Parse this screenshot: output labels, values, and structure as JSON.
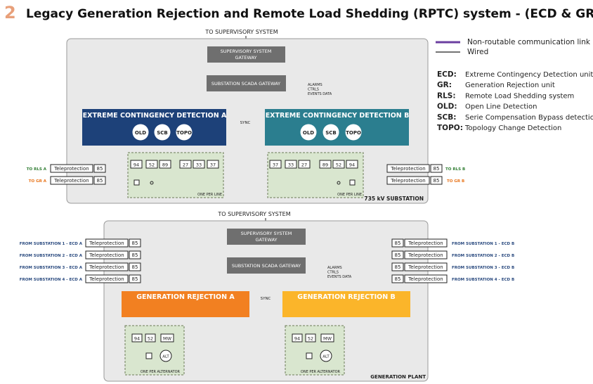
{
  "title": {
    "number": "2",
    "text": "Legacy Generation Rejection and Remote Load Shedding (RPTC) system - (ECD & GR)"
  },
  "colors": {
    "ecd_a": "#1d4179",
    "ecd_b": "#2b7e8f",
    "gr_a": "#f28021",
    "gr_b": "#fbb52a",
    "gateway": "#6f6f6f",
    "link": "#6b3fa0",
    "rls": "#2f7d32",
    "gr_label": "#e8741a",
    "from_label": "#2a4a7f",
    "panel": "#e9e9e9"
  },
  "legend": {
    "non_routable": "Non-routable communication link",
    "wired": "Wired"
  },
  "abbrev": [
    {
      "k": "ECD:",
      "v": "Extreme Contingency Detection unit"
    },
    {
      "k": "GR:",
      "v": "Generation Rejection unit"
    },
    {
      "k": "RLS:",
      "v": "Remote Load Shedding system"
    },
    {
      "k": "OLD:",
      "v": "Open Line Detection"
    },
    {
      "k": "SCB:",
      "v": "Serie Compensation Bypass detection"
    },
    {
      "k": "TOPO:",
      "v": "Topology Change Detection"
    }
  ],
  "substation": {
    "to_supervisory": "TO SUPERVISORY SYSTEM",
    "gateway_l1": "SUPERVISORY SYSTEM",
    "gateway_l2": "GATEWAY",
    "scada": "SUBSTATION SCADA GATEWAY",
    "alarms": [
      "ALARMS",
      "CTRLS",
      "EVENTS DATA"
    ],
    "ecd_a": "EXTREME CONTINGENCY DETECTION A",
    "ecd_b": "EXTREME CONTINGENCY DETECTION B",
    "sync": "SYNC",
    "functions": [
      "OLD",
      "SCB",
      "TOPO"
    ],
    "relays_a": [
      "94",
      "52",
      "89",
      "27",
      "33",
      "37"
    ],
    "relays_b": [
      "37",
      "33",
      "27",
      "89",
      "52",
      "94"
    ],
    "one_per_line": "ONE PER LINE",
    "teleprotection": "Teleprotection",
    "code": "85",
    "to_rls_a": "TO RLS A",
    "to_gr_a": "TO GR A",
    "to_rls_b": "TO RLS B",
    "to_gr_b": "TO GR B",
    "label": "735 kV SUBSTATION"
  },
  "plant": {
    "to_supervisory": "TO SUPERVISORY SYSTEM",
    "gateway_l1": "SUPERVISORY SYSTEM",
    "gateway_l2": "GATEWAY",
    "scada": "SUBSTATION SCADA GATEWAY",
    "alarms": [
      "ALARMS",
      "CTRLS",
      "EVENTS DATA"
    ],
    "gr_a": "GENERATION REJECTION A",
    "gr_b": "GENERATION REJECTION B",
    "sync": "SYNC",
    "relays": [
      "94",
      "52",
      "MW"
    ],
    "alt": "ALT",
    "one_per_alt": "ONE PER ALTERNATOR",
    "teleprotection": "Teleprotection",
    "code": "85",
    "from_a": [
      "FROM SUBSTATION 1 - ECD A",
      "FROM SUBSTATION 2 - ECD A",
      "FROM SUBSTATION 3 - ECD A",
      "FROM SUBSTATION 4 - ECD A"
    ],
    "from_b": [
      "FROM SUBSTATION 1 - ECD B",
      "FROM SUBSTATION 2 - ECD B",
      "FROM SUBSTATION 3 - ECD B",
      "FROM SUBSTATION 4 - ECD B"
    ],
    "label": "GENERATION PLANT"
  }
}
